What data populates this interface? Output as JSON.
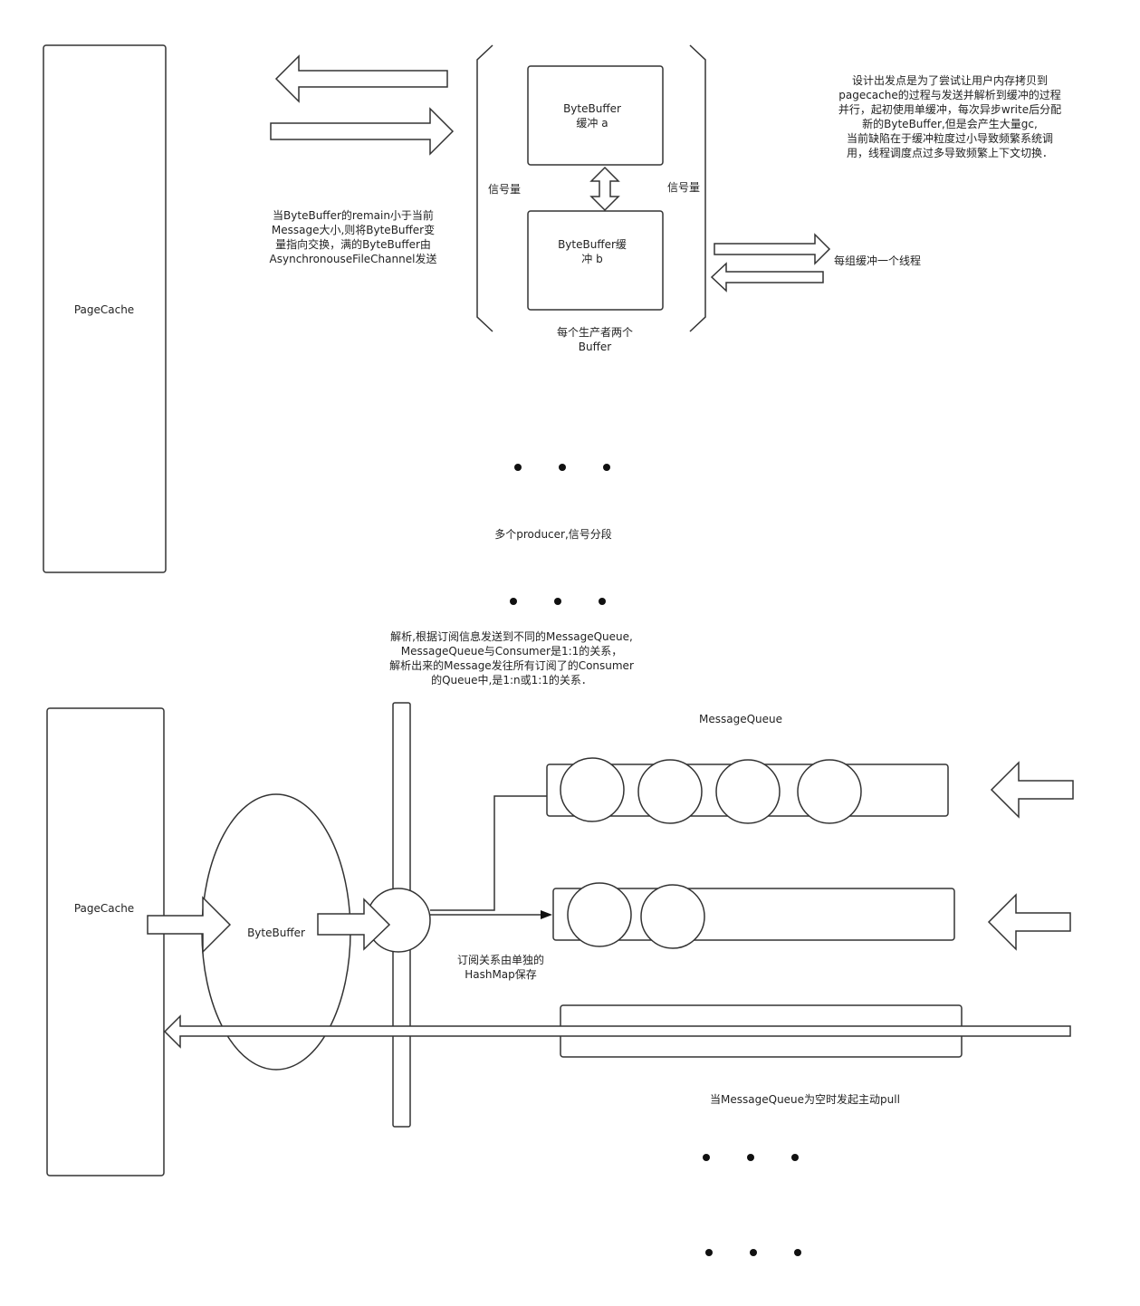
{
  "colors": {
    "stroke": "#333333",
    "text": "#222222",
    "background": "#ffffff"
  },
  "top": {
    "page_cache_label": "PageCache",
    "buffer_a": [
      "ByteBuffer",
      "缓冲 a"
    ],
    "buffer_b": [
      "ByteBuffer缓",
      "冲 b"
    ],
    "semaphore_left": "信号量",
    "semaphore_right": "信号量",
    "producer_buffers": [
      "每个生产者两个",
      "Buffer"
    ],
    "swap_note": [
      "当ByteBuffer的remain小于当前",
      "Message大小,则将ByteBuffer变",
      "量指向交换，满的ByteBuffer由",
      "AsynchronouseFileChannel发送"
    ],
    "thread_note": "每组缓冲一个线程",
    "design_note": [
      "设计出发点是为了尝试让用户内存拷贝到",
      "pagecache的过程与发送并解析到缓冲的过程",
      "并行，起初使用单缓冲，每次异步write后分配",
      "新的ByteBuffer,但是会产生大量gc,",
      "当前缺陷在于缓冲粒度过小导致频繁系统调",
      "用，线程调度点过多导致频繁上下文切换．"
    ],
    "multi_producer": "多个producer,信号分段"
  },
  "bottom": {
    "parse_note": [
      "解析,根据订阅信息发送到不同的MessageQueue,",
      "MessageQueue与Consumer是1:1的关系，",
      "解析出来的Message发往所有订阅了的Consumer",
      "的Queue中,是1:n或1:1的关系．"
    ],
    "page_cache_label": "PageCache",
    "bytebuffer_label": "ByteBuffer",
    "message_queue_label": "MessageQueue",
    "hashmap_note": [
      "订阅关系由单独的",
      "HashMap保存"
    ],
    "pull_note": "当MessageQueue为空时发起主动pull"
  }
}
